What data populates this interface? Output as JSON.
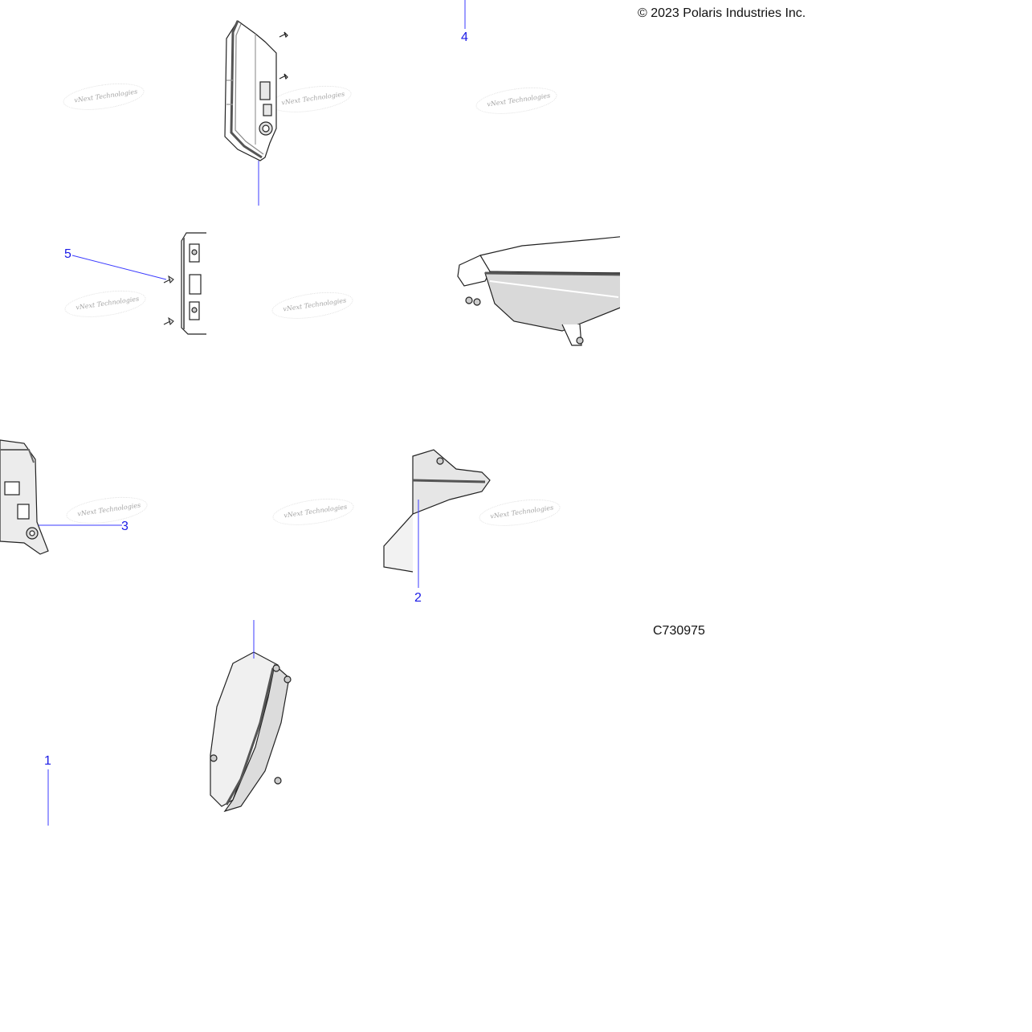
{
  "header": {
    "copyright": "© 2023 Polaris Industries Inc."
  },
  "figure": {
    "id": "C730975"
  },
  "callouts": [
    {
      "label": "1"
    },
    {
      "label": "2"
    },
    {
      "label": "3"
    },
    {
      "label": "4"
    },
    {
      "label": "5"
    }
  ],
  "watermark": {
    "text": "vNext Technologies"
  },
  "colors": {
    "callout": "#1a1ae6",
    "leader": "#3b3bff",
    "line_art": "#222222",
    "watermark": "#9a9a9a"
  }
}
